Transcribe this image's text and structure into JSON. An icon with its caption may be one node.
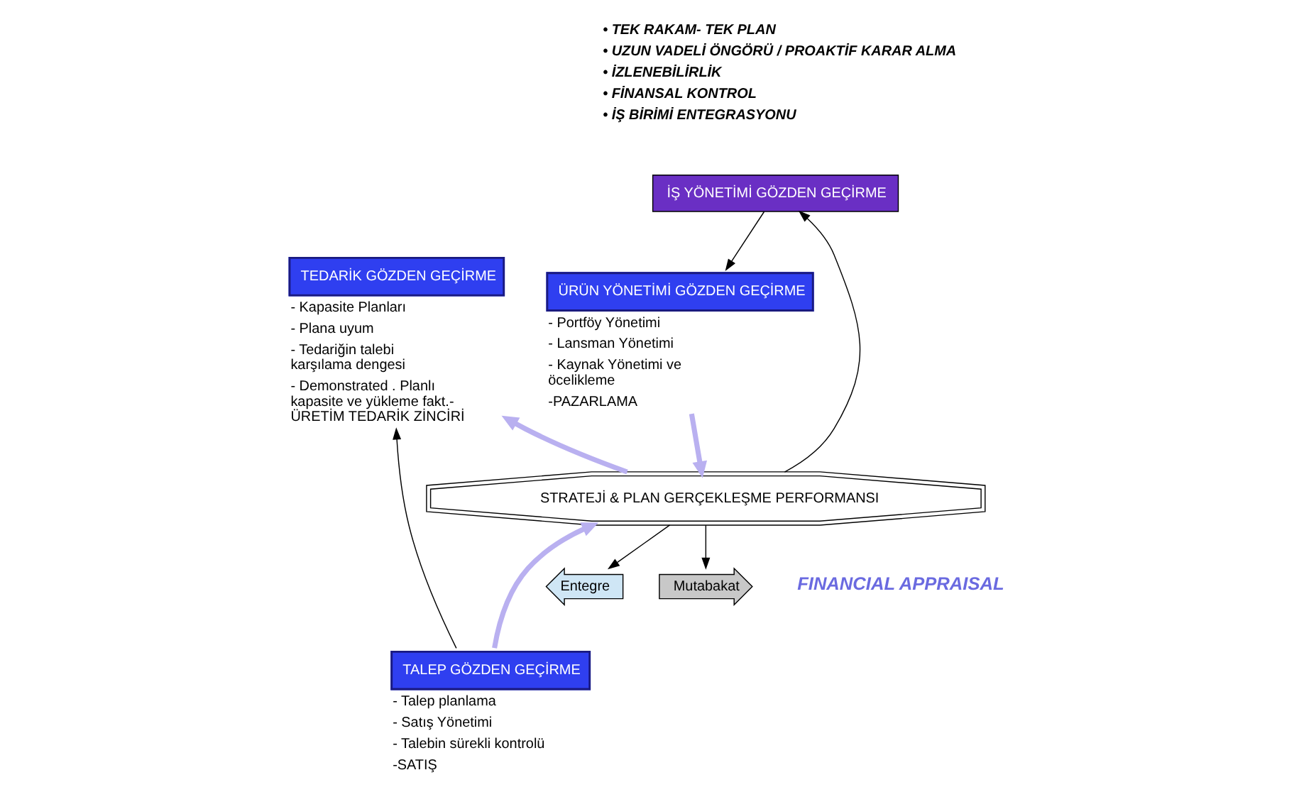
{
  "diagram": {
    "nodes": [
      {
        "text": [
          "İŞ YÖNETİMİ GÖZDEN GEÇİRME"
        ]
      },
      {
        "text": [
          "ÜRÜN YÖNETİMİ GÖZDEN GEÇİRME"
        ],
        "beside": [
          "- Portföy Yönetimi",
          "- Lansman Yönetimi",
          "- Kaynak Yönetimi ve öcelikleme",
          "-PAZARLAMA"
        ]
      },
      {
        "text": [
          "TALEP GÖZDEN GEÇİRME"
        ],
        "beside": [
          "- Talep planlama",
          "- Satış Yönetimi",
          "- Talebin sürekli kontrolü",
          "-SATIŞ"
        ]
      },
      {
        "text": [
          "TEDARİK GÖZDEN GEÇİRME"
        ],
        "beside": [
          "- Kapasite Planları",
          "- Plana uyum",
          "- Tedariğin talebi karşılama dengesi",
          "- Demonstrated . Planlı kapasite ve yükleme fakt.- ÜRETİM TEDARİK ZİNCİRİ"
        ]
      },
      {
        "text": [
          "STRATEJİ & PLAN GERÇEKLEŞME PERFORMANSI"
        ]
      },
      {
        "text": [
          "Entegre"
        ]
      },
      {
        "text": [
          "Mutabakat"
        ]
      }
    ],
    "edges": [
      {
        "from": 0,
        "to": 1,
        "arrow": "to"
      },
      {
        "from": 2,
        "to": 3,
        "arrow": "to"
      },
      {
        "from": 1,
        "to": 4,
        "arrow": "to",
        "style": "thick",
        "color": "#b9b0f0"
      },
      {
        "from": 4,
        "to": 3,
        "arrow": "to",
        "style": "thick",
        "color": "#b9b0f0"
      },
      {
        "from": 2,
        "to": 4,
        "arrow": "to",
        "style": "thick",
        "color": "#b9b0f0"
      },
      {
        "from": 4,
        "to": 0,
        "arrow": "to"
      },
      {
        "from": 4,
        "to": 5,
        "arrow": "to"
      },
      {
        "from": 4,
        "to": 6,
        "arrow": "to"
      }
    ],
    "labels": [
      "• TEK RAKAM- TEK PLAN",
      "• UZUN VADELİ ÖNGÖRÜ / PROAKTİF KARAR ALMA",
      "• İZLENEBİLİRLİK",
      "• FİNANSAL KONTROL",
      "• İŞ BİRİMİ ENTEGRASYONU",
      "FINANCIAL",
      "APPRAISAL"
    ]
  }
}
